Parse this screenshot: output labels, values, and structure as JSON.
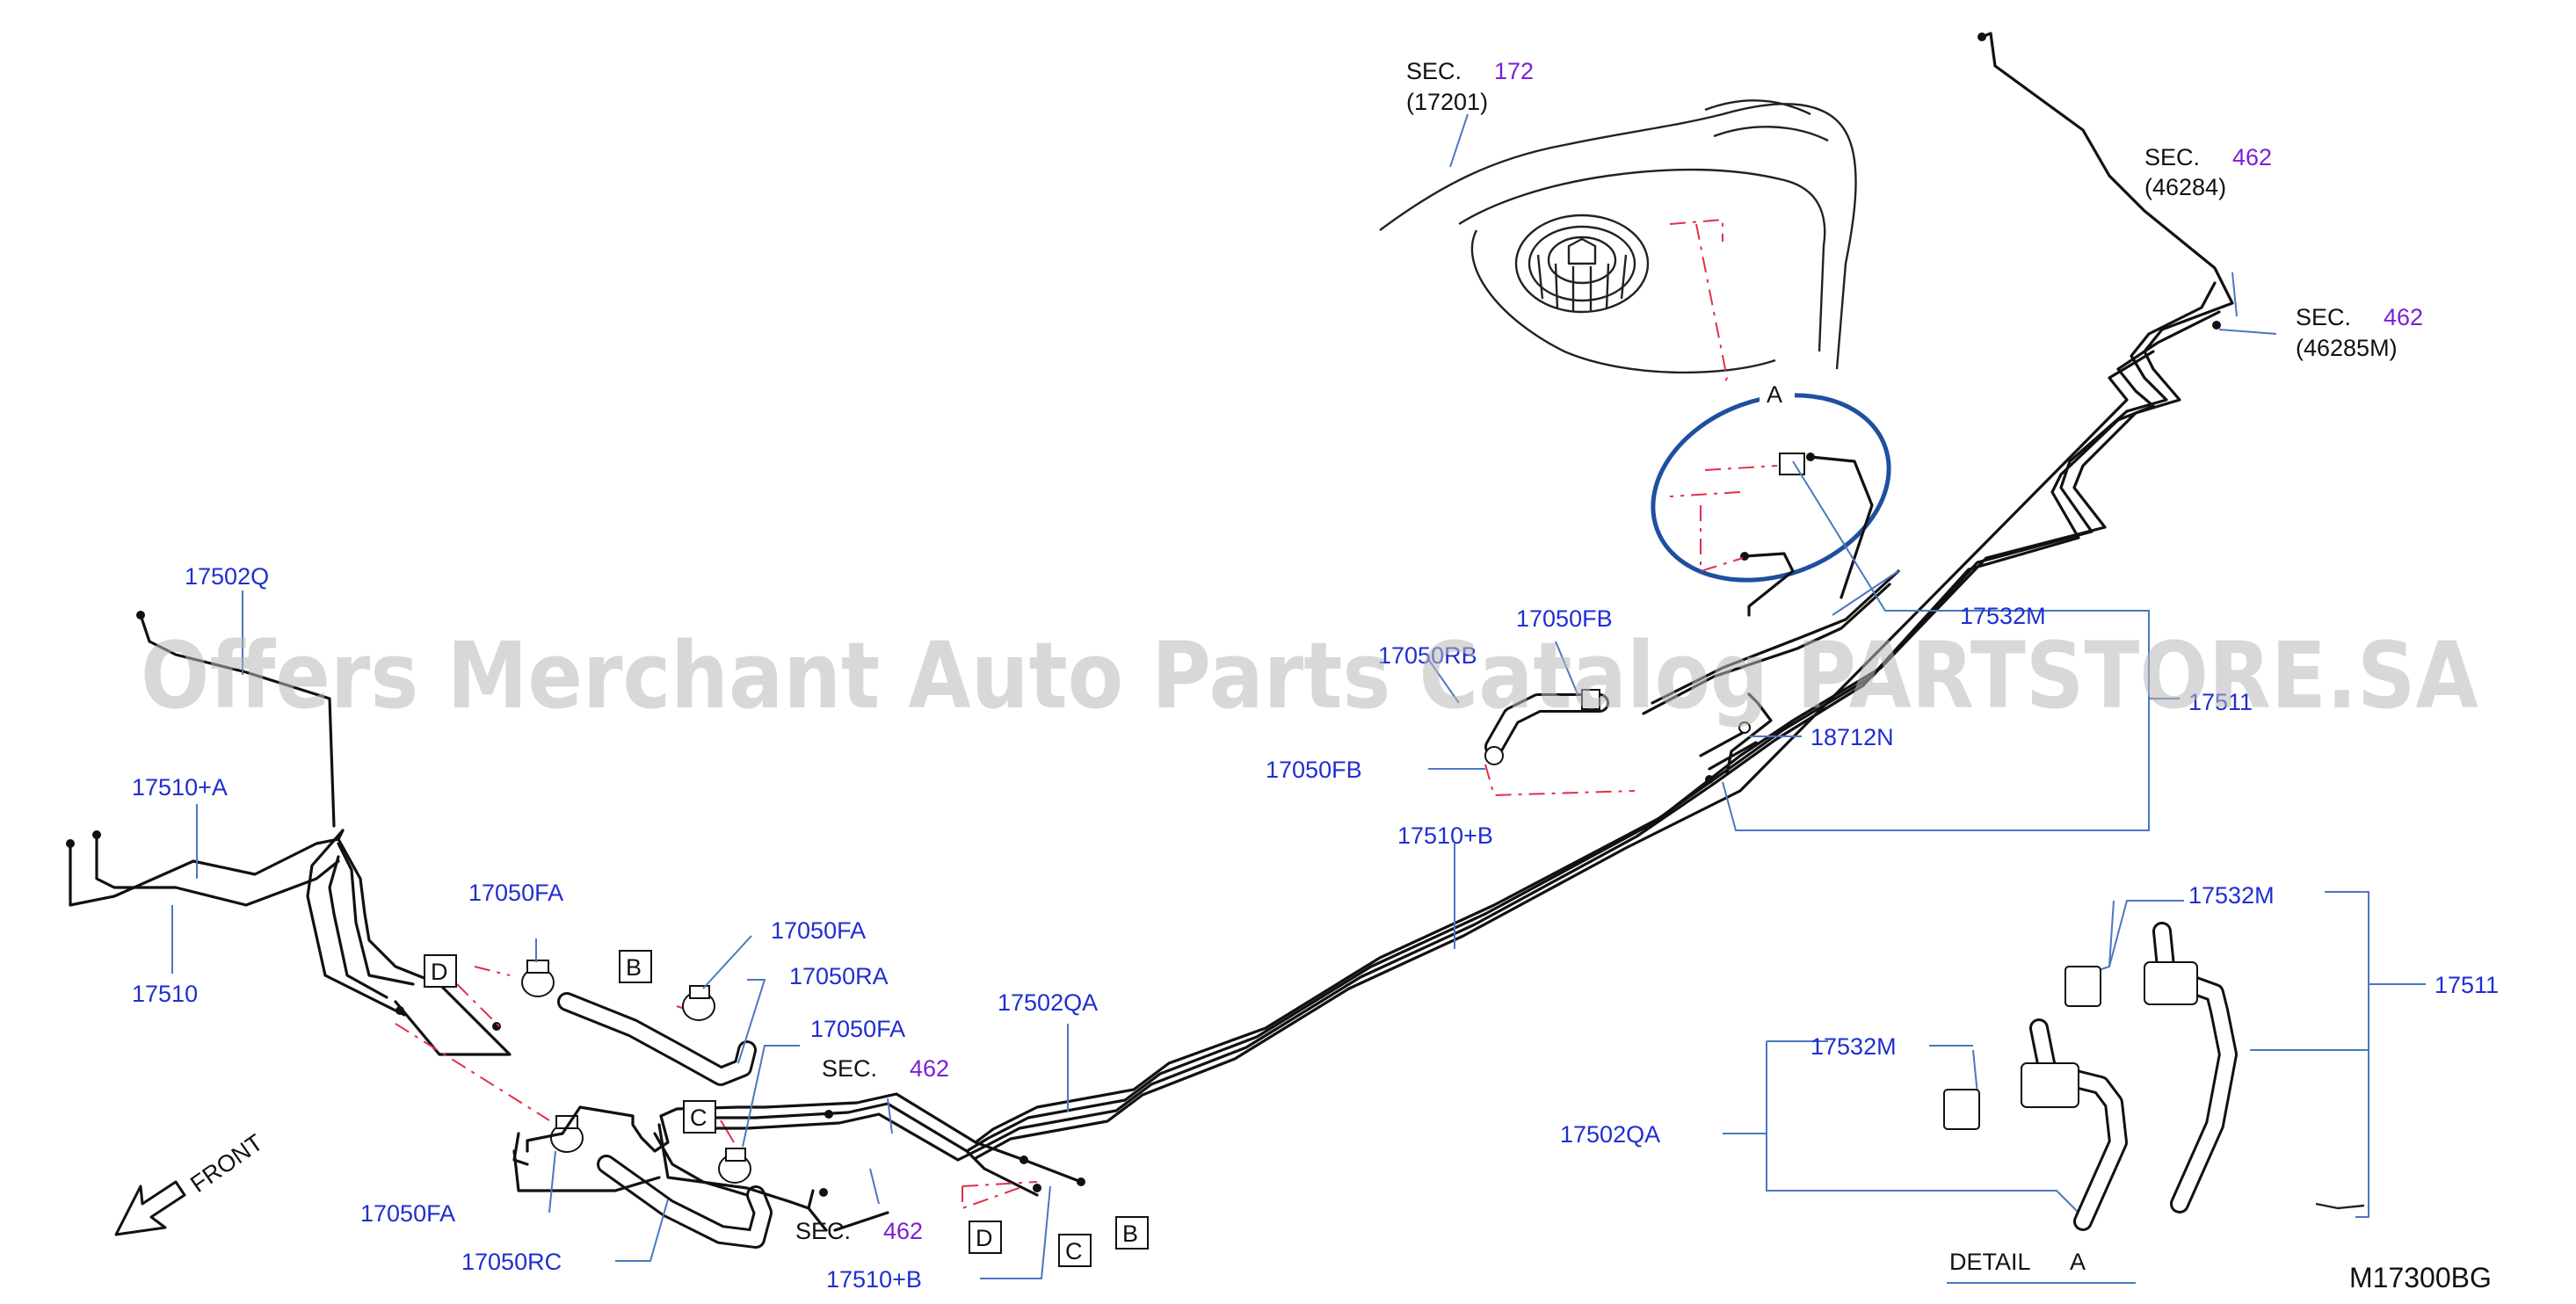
{
  "diagram_code": "M17300BG",
  "watermark": "Offers Merchant Auto Parts Catalog PARTSTORE.SA",
  "front_label": "FRONT",
  "detail_label": "DETAIL",
  "detail_letter": "A",
  "callout_letter": "A",
  "sec_word": "SEC.",
  "sections": [
    {
      "number": "172",
      "ref": "(17201)"
    },
    {
      "number": "462",
      "ref": "(46284)"
    },
    {
      "number": "462",
      "ref": "(46285M)"
    },
    {
      "number": "462"
    },
    {
      "number": "462"
    }
  ],
  "part_labels": {
    "p17502Q": "17502Q",
    "p17510A": "17510+A",
    "p17510": "17510",
    "p17050FA_1": "17050FA",
    "p17050FA_2": "17050FA",
    "p17050RA": "17050RA",
    "p17050FA_3": "17050FA",
    "p17050FA_4": "17050FA",
    "p17050RC": "17050RC",
    "p17502QA_top": "17502QA",
    "p17510B_bottom": "17510+B",
    "p17050FB_top": "17050FB",
    "p17050RB": "17050RB",
    "p17050FB_left": "17050FB",
    "p17532M_main": "17532M",
    "p17511_main": "17511",
    "p18712N": "18712N",
    "p17510B_mid": "17510+B",
    "p17532M_d1": "17532M",
    "p17511_d": "17511",
    "p17532M_d2": "17532M",
    "p17502QA_d": "17502QA"
  },
  "connector_letters": [
    "D",
    "B",
    "C",
    "D",
    "C",
    "B"
  ]
}
